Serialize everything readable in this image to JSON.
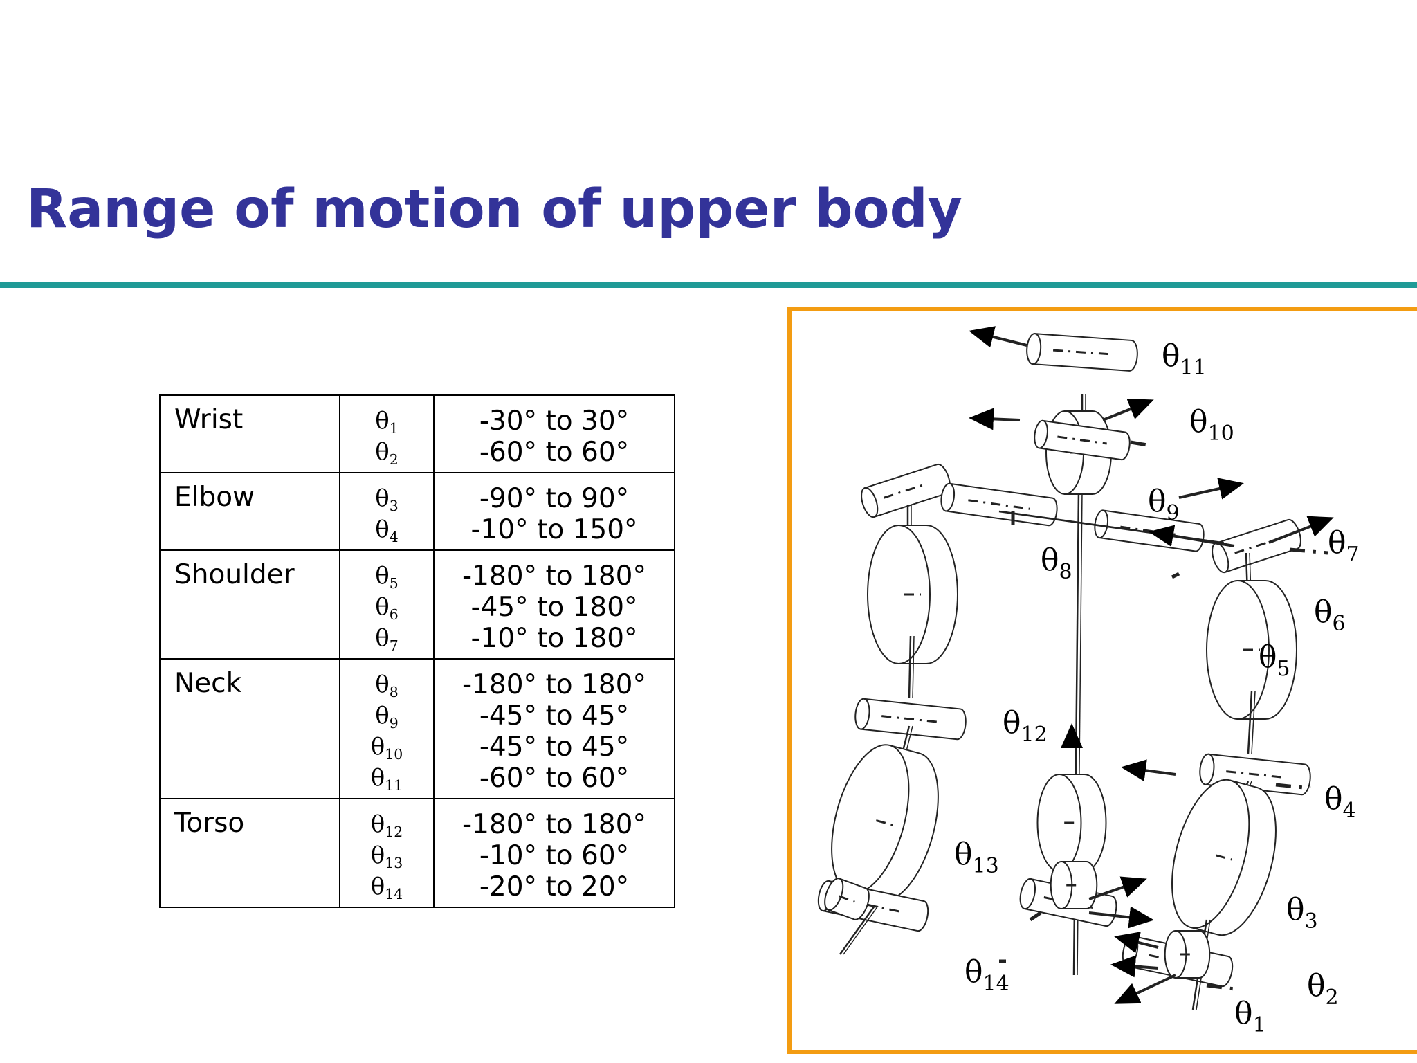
{
  "title": "Range of motion of upper body",
  "table": {
    "rows": [
      {
        "joint": "Wrist",
        "angles": [
          {
            "sym": "θ",
            "sub": "1"
          },
          {
            "sym": "θ",
            "sub": "2"
          }
        ],
        "ranges": [
          "-30° to 30°",
          "-60° to 60°"
        ]
      },
      {
        "joint": "Elbow",
        "angles": [
          {
            "sym": "θ",
            "sub": "3"
          },
          {
            "sym": "θ",
            "sub": "4"
          }
        ],
        "ranges": [
          "-90° to 90°",
          "-10° to 150°"
        ]
      },
      {
        "joint": "Shoulder",
        "angles": [
          {
            "sym": "θ",
            "sub": "5"
          },
          {
            "sym": "θ",
            "sub": "6"
          },
          {
            "sym": "θ",
            "sub": "7"
          }
        ],
        "ranges": [
          "-180° to 180°",
          "-45° to 180°",
          "-10° to 180°"
        ]
      },
      {
        "joint": "Neck",
        "angles": [
          {
            "sym": "θ",
            "sub": "8"
          },
          {
            "sym": "θ",
            "sub": "9"
          },
          {
            "sym": "θ",
            "sub": "10"
          },
          {
            "sym": "θ",
            "sub": "11"
          }
        ],
        "ranges": [
          "-180° to 180°",
          "-45° to 45°",
          "-45° to 45°",
          "-60° to 60°"
        ]
      },
      {
        "joint": "Torso",
        "angles": [
          {
            "sym": "θ",
            "sub": "12"
          },
          {
            "sym": "θ",
            "sub": "13"
          },
          {
            "sym": "θ",
            "sub": "14"
          }
        ],
        "ranges": [
          "-180° to 180°",
          "-10° to 60°",
          "-20° to 20°"
        ]
      }
    ]
  },
  "figure": {
    "labels": [
      {
        "sym": "θ",
        "sub": "1"
      },
      {
        "sym": "θ",
        "sub": "2"
      },
      {
        "sym": "θ",
        "sub": "3"
      },
      {
        "sym": "θ",
        "sub": "4"
      },
      {
        "sym": "θ",
        "sub": "5"
      },
      {
        "sym": "θ",
        "sub": "6"
      },
      {
        "sym": "θ",
        "sub": "7"
      },
      {
        "sym": "θ",
        "sub": "8"
      },
      {
        "sym": "θ",
        "sub": "9"
      },
      {
        "sym": "θ",
        "sub": "10"
      },
      {
        "sym": "θ",
        "sub": "11"
      },
      {
        "sym": "θ",
        "sub": "12"
      },
      {
        "sym": "θ",
        "sub": "13"
      },
      {
        "sym": "θ",
        "sub": "14"
      }
    ]
  },
  "colors": {
    "title": "#333399",
    "rule": "#1f9a96",
    "frame": "#f39c12"
  }
}
